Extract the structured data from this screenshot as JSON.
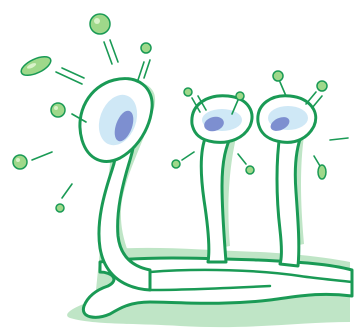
{
  "illustration": {
    "subject": "sponge-anatomy-illustration",
    "palette": {
      "outline": "#1a9a55",
      "shadow": "#bfe5c6",
      "body_fill": "#ffffff",
      "inner_glow": "#cfe8f6",
      "inner_core": "#7d8fd0",
      "spore_fill": "#9fd88a",
      "spore_spot": "#d9f2c9"
    },
    "structures": [
      "tall-tube",
      "middle-tube",
      "right-tube",
      "base-stolon"
    ],
    "spore_count": 11
  }
}
